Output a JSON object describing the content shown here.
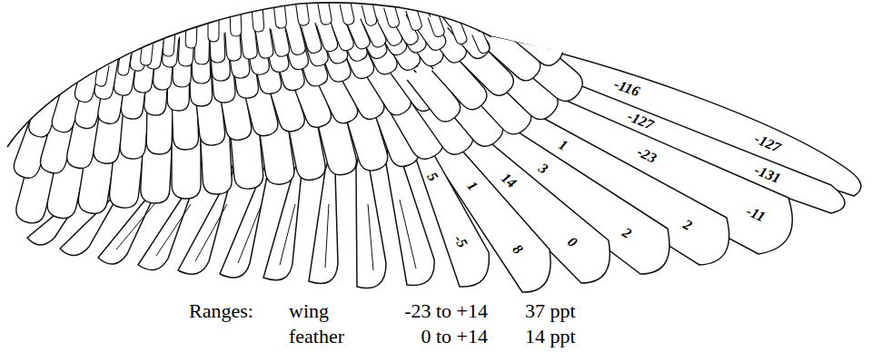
{
  "diagram": {
    "labels": [
      "-116",
      "-127",
      "-23",
      "-127",
      "-131",
      "-11",
      "5",
      "1",
      "14",
      "3",
      "1",
      "-5",
      "8",
      "0",
      "2",
      "2",
      "Ranges:",
      "wing",
      "-23 to +14",
      "37 ppt",
      "feather",
      "0 to +14",
      "14 ppt"
    ]
  }
}
